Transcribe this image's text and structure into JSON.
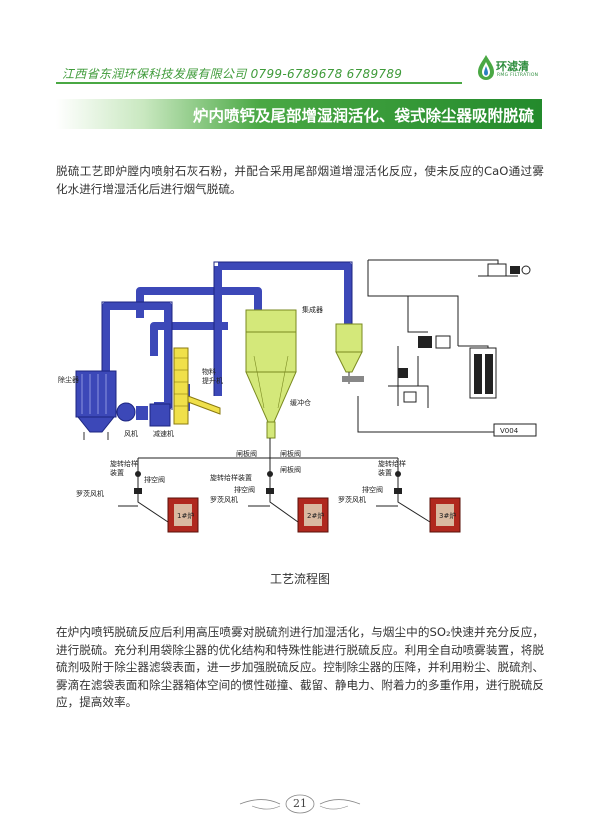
{
  "header": {
    "company_line": "江西省东润环保科技发展有限公司  0799-6789678  6789789",
    "logo_cn": "环滤清",
    "logo_en": "RMG FILTRATION"
  },
  "title": "炉内喷钙及尾部增湿润活化、袋式除尘器吸附脱硫",
  "paragraphs": {
    "intro": "脱硫工艺即炉膛内喷射石灰石粉，并配合采用尾部烟道增湿活化反应，使未反应的CaO通过雾化水进行增湿活化后进行烟气脱硫。",
    "body": "在炉内喷钙脱硫反应后利用高压喷雾对脱硫剂进行加湿活化，与烟尘中的SO₂快速并充分反应，进行脱硫。充分利用袋除尘器的优化结构和特殊性能进行脱硫反应。利用全自动喷雾装置，将脱硫剂吸附于除尘器滤袋表面，进一步加强脱硫反应。控制除尘器的压降，并利用粉尘、脱硫剂、雾滴在滤袋表面和除尘器箱体空间的惯性碰撞、截留、静电力、附着力的多重作用，进行脱硫反应，提高效率。"
  },
  "diagram": {
    "labels": {
      "dust_collector": "除尘器",
      "fan": "风机",
      "reducer": "减速机",
      "material_elevator_1": "物料",
      "material_elevator_2": "提升机",
      "collector": "集成器",
      "buffer_bin": "缓冲仓",
      "gate_valve_1": "闸板阀",
      "gate_valve_2": "闸板阀",
      "gate_valve_3": "闸板阀",
      "rotary_feeder_1a": "旋转给样",
      "rotary_feeder_1b": "装置",
      "rotary_feeder_2": "旋转给样装置",
      "rotary_feeder_3a": "旋转给样",
      "rotary_feeder_3b": "装置",
      "vent_valve_1": "排空阀",
      "vent_valve_2": "排空阀",
      "vent_valve_3": "排空阀",
      "roots_blower_1": "罗茨风机",
      "roots_blower_2": "罗茨风机",
      "roots_blower_3": "罗茨风机",
      "boiler_1": "1#炉",
      "boiler_2": "2#炉",
      "boiler_3": "3#炉",
      "drawing_code": "V004"
    }
  },
  "caption": "工艺流程图",
  "page_number": "21",
  "colors": {
    "brand_green": "#4aa844",
    "dark_green": "#238a2c",
    "duct_blue": "#3c48b8",
    "equipment_green": "#d4e87a",
    "equipment_yellow": "#f0e04a",
    "boiler_red": "#b0281e"
  }
}
